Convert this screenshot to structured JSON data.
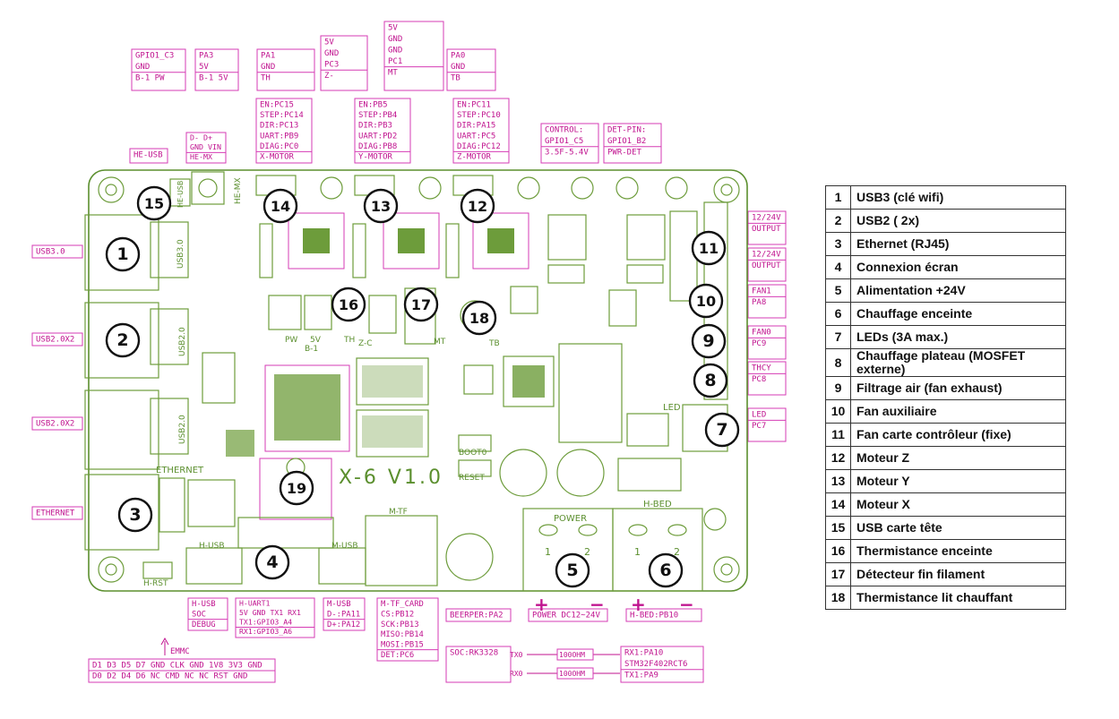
{
  "callouts": [
    {
      "id": "pin-gpio1-c3",
      "lines": [
        "GPIO1_C3",
        "GND",
        "B-1 PW"
      ]
    },
    {
      "id": "pin-pa3",
      "lines": [
        "PA3",
        "5V",
        "B-1 5V"
      ]
    },
    {
      "id": "pin-pa1",
      "lines": [
        "PA1",
        "GND",
        "TH"
      ]
    },
    {
      "id": "pin-pc3",
      "lines": [
        "5V",
        "GND",
        "PC3",
        "Z-"
      ]
    },
    {
      "id": "pin-pc1",
      "lines": [
        "5V",
        "GND",
        "GND",
        "PC1",
        "MT"
      ]
    },
    {
      "id": "pin-pa0",
      "lines": [
        "PA0",
        "GND",
        "TB"
      ]
    },
    {
      "id": "x-motor",
      "lines": [
        "EN:PC15",
        "STEP:PC14",
        "DIR:PC13",
        "UART:PB9",
        "DIAG:PC0",
        "X-MOTOR"
      ]
    },
    {
      "id": "y-motor",
      "lines": [
        "EN:PB5",
        "STEP:PB4",
        "DIR:PB3",
        "UART:PD2",
        "DIAG:PB8",
        "Y-MOTOR"
      ]
    },
    {
      "id": "z-motor",
      "lines": [
        "EN:PC11",
        "STEP:PC10",
        "DIR:PA15",
        "UART:PC5",
        "DIAG:PC12",
        "Z-MOTOR"
      ]
    },
    {
      "id": "control",
      "lines": [
        "CONTROL:",
        "GPIO1_C5",
        "3.5F-5.4V"
      ]
    },
    {
      "id": "det-pin",
      "lines": [
        "DET-PIN:",
        "GPIO1_B2",
        "PWR-DET"
      ]
    },
    {
      "id": "he-usb",
      "lines": [
        "HE-USB"
      ]
    },
    {
      "id": "he-mx",
      "lines": [
        "D-   D+",
        "GND VIN",
        "HE-MX"
      ]
    },
    {
      "id": "out-1224-a",
      "lines": [
        "12/24V",
        "OUTPUT"
      ]
    },
    {
      "id": "out-1224-b",
      "lines": [
        "12/24V",
        "OUTPUT"
      ]
    },
    {
      "id": "fan1",
      "lines": [
        "FAN1",
        "PA8"
      ]
    },
    {
      "id": "fan0",
      "lines": [
        "FAN0",
        "PC9"
      ]
    },
    {
      "id": "thcy",
      "lines": [
        "THCY",
        "PC8"
      ]
    },
    {
      "id": "led-pc7",
      "lines": [
        "LED",
        "PC7"
      ]
    },
    {
      "id": "usb30",
      "lines": [
        "USB3.0"
      ]
    },
    {
      "id": "usb20-a",
      "lines": [
        "USB2.0X2"
      ]
    },
    {
      "id": "usb20-b",
      "lines": [
        "USB2.0X2"
      ]
    },
    {
      "id": "ethernet",
      "lines": [
        "ETHERNET"
      ]
    },
    {
      "id": "h-usb",
      "lines": [
        "H-USB",
        "SOC",
        "DEBUG"
      ]
    },
    {
      "id": "h-uart1",
      "lines": [
        "H-UART1",
        "5V GND TX1 RX1",
        "TX1:GPIO3_A4",
        "RX1:GPIO3_A6"
      ]
    },
    {
      "id": "m-usb",
      "lines": [
        "M-USB",
        "D-:PA11",
        "D+:PA12"
      ]
    },
    {
      "id": "m-tf-card",
      "lines": [
        "M-TF_CARD",
        "CS:PB12",
        "SCK:PB13",
        "MISO:PB14",
        "MOSI:PB15",
        "DET:PC6"
      ]
    },
    {
      "id": "beeper",
      "lines": [
        "BEERPER:PA2"
      ]
    },
    {
      "id": "power",
      "lines": [
        "POWER DC12~24V"
      ]
    },
    {
      "id": "h-bed",
      "lines": [
        "H-BED:PB10"
      ]
    },
    {
      "id": "emmc-pins",
      "lines": [
        "D1 D3 D5 D7 GND CLK GND 1V8 3V3 GND",
        "D0 D2 D4 D6 NC  CMD NC  NC  RST GND"
      ]
    },
    {
      "id": "soc",
      "lines": [
        "SOC:RK3328"
      ]
    },
    {
      "id": "stm",
      "lines": [
        "RX1:PA10",
        "STM32F402RCT6",
        "TX1:PA9"
      ]
    }
  ],
  "serial": {
    "tx0": "TX0",
    "rx0": "RX0",
    "r1": "100OHM",
    "r2": "100OHM"
  },
  "emmc": {
    "label": "EMMC"
  },
  "silkscreen": {
    "board_name": "X-6 V1.0",
    "ethernet": "ETHERNET",
    "h_rst": "H-RST",
    "h_usb": "H-USB",
    "m_usb": "M-USB",
    "m_tf": "M-TF",
    "power": "POWER",
    "h_bed": "H-BED",
    "boot0": "BOOT0",
    "reset": "RESET",
    "led": "LED",
    "he_usb": "HE-USB",
    "he_mx": "HE-MX",
    "usb30": "USB3.0",
    "usb20a": "USB2.0",
    "usb20b": "USB2.0",
    "pw": "PW",
    "five_v": "5V",
    "b1": "B-1",
    "th": "TH",
    "zc": "Z-C",
    "mt": "MT",
    "tb": "TB",
    "one": "1",
    "two": "2",
    "plus": "+",
    "minus": "−"
  },
  "numbered_markers": [
    "1",
    "2",
    "3",
    "4",
    "5",
    "6",
    "7",
    "8",
    "9",
    "10",
    "11",
    "12",
    "13",
    "14",
    "15",
    "16",
    "17",
    "18",
    "19"
  ],
  "legend": [
    {
      "num": "1",
      "label": "USB3 (clé wifi)"
    },
    {
      "num": "2",
      "label": "USB2 ( 2x)"
    },
    {
      "num": "3",
      "label": "Ethernet (RJ45)"
    },
    {
      "num": "4",
      "label": "Connexion écran"
    },
    {
      "num": "5",
      "label": "Alimentation +24V"
    },
    {
      "num": "6",
      "label": "Chauffage enceinte"
    },
    {
      "num": "7",
      "label": "LEDs (3A max.)"
    },
    {
      "num": "8",
      "label": "Chauffage plateau (MOSFET externe)"
    },
    {
      "num": "9",
      "label": "Filtrage air (fan exhaust)"
    },
    {
      "num": "10",
      "label": "Fan auxiliaire"
    },
    {
      "num": "11",
      "label": "Fan carte contrôleur (fixe)"
    },
    {
      "num": "12",
      "label": "Moteur Z"
    },
    {
      "num": "13",
      "label": "Moteur Y"
    },
    {
      "num": "14",
      "label": "Moteur X"
    },
    {
      "num": "15",
      "label": "USB carte tête"
    },
    {
      "num": "16",
      "label": "Thermistance enceinte"
    },
    {
      "num": "17",
      "label": "Détecteur fin filament"
    },
    {
      "num": "18",
      "label": "Thermistance lit chauffant"
    }
  ],
  "colors": {
    "silkscreen_pink": "#c0138f",
    "board_green": "#5b8f2e",
    "marker_black": "#111111"
  }
}
